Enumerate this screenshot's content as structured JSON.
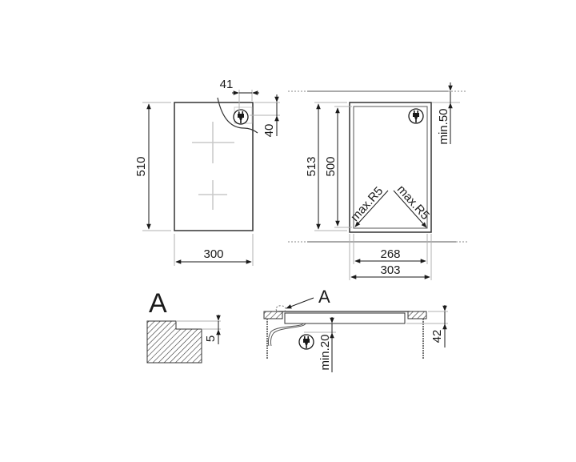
{
  "drawing": {
    "top_view": {
      "height_label": "510",
      "width_label": "300",
      "plug_offset_x_label": "41",
      "plug_offset_y_label": "40",
      "icon": "plug-icon"
    },
    "cutout_view": {
      "outer_height_label": "513",
      "inner_height_label": "500",
      "inner_width_label": "268",
      "outer_width_label": "303",
      "clearance_label": "min.50",
      "radius_left_label": "max.R5",
      "radius_right_label": "max.R5",
      "icon": "plug-icon"
    },
    "detail_a": {
      "title": "A",
      "step_label": "5"
    },
    "section_view": {
      "callout_label": "A",
      "depth_label": "42",
      "clearance_label": "min.20",
      "icon": "plug-icon"
    }
  }
}
